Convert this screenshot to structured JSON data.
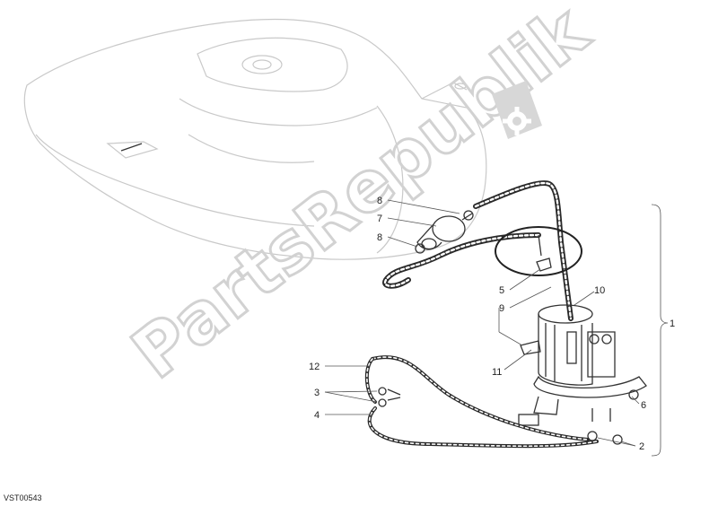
{
  "diagram": {
    "watermark": "PartsRepublik",
    "drawing_code": "VST00543",
    "callouts": [
      {
        "id": "c1",
        "text": "1"
      },
      {
        "id": "c2",
        "text": "2"
      },
      {
        "id": "c3",
        "text": "3"
      },
      {
        "id": "c4",
        "text": "4"
      },
      {
        "id": "c5",
        "text": "5"
      },
      {
        "id": "c6",
        "text": "6"
      },
      {
        "id": "c7",
        "text": "7"
      },
      {
        "id": "c8a",
        "text": "8"
      },
      {
        "id": "c8b",
        "text": "8"
      },
      {
        "id": "c9",
        "text": "9"
      },
      {
        "id": "c10",
        "text": "10"
      },
      {
        "id": "c11",
        "text": "11"
      },
      {
        "id": "c12",
        "text": "12"
      }
    ]
  }
}
